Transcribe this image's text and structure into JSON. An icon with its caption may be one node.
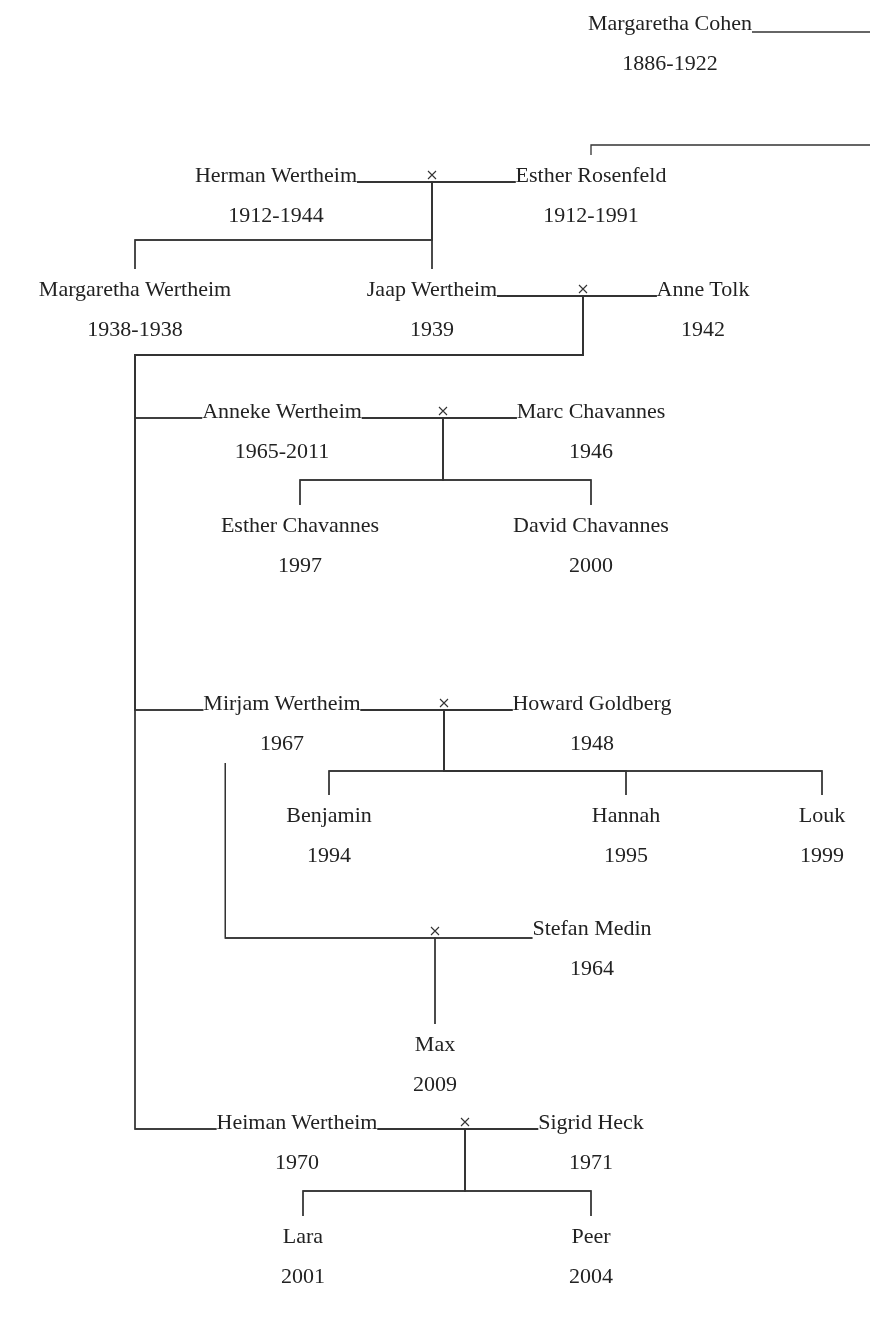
{
  "diagram": {
    "nodes": [
      {
        "text": [
          "Margaretha Cohen",
          "1886-1922"
        ]
      },
      {
        "text": [
          "Herman Wertheim",
          "1912-1944"
        ]
      },
      {
        "text": [
          "Esther Rosenfeld",
          "1912-1991"
        ]
      },
      {
        "text": [
          "Margaretha Wertheim",
          "1938-1938"
        ]
      },
      {
        "text": [
          "Jaap Wertheim",
          "1939"
        ]
      },
      {
        "text": [
          "Anne Tolk",
          "1942"
        ]
      },
      {
        "text": [
          "Anneke Wertheim",
          "1965-2011"
        ]
      },
      {
        "text": [
          "Marc Chavannes",
          "1946"
        ]
      },
      {
        "text": [
          "Esther Chavannes",
          "1997"
        ]
      },
      {
        "text": [
          "David Chavannes",
          "2000"
        ]
      },
      {
        "text": [
          "Mirjam Wertheim",
          "1967"
        ]
      },
      {
        "text": [
          "Howard Goldberg",
          "1948"
        ]
      },
      {
        "text": [
          "Benjamin",
          "1994"
        ]
      },
      {
        "text": [
          "Hannah",
          "1995"
        ]
      },
      {
        "text": [
          "Louk",
          "1999"
        ]
      },
      {
        "text": [
          "Stefan Medin",
          "1964"
        ]
      },
      {
        "text": [
          "Max",
          "2009"
        ]
      },
      {
        "text": [
          "Heiman Wertheim",
          "1970"
        ]
      },
      {
        "text": [
          "Sigrid Heck",
          "1971"
        ]
      },
      {
        "text": [
          "Lara",
          "2001"
        ]
      },
      {
        "text": [
          "Peer",
          "2004"
        ]
      }
    ],
    "edges": [
      {
        "from": 0,
        "to": null,
        "arrow": "none"
      },
      {
        "from": null,
        "to": 2,
        "arrow": "none"
      },
      {
        "from": 1,
        "to": 2,
        "arrow": "none"
      },
      {
        "from": 1,
        "to": 3,
        "arrow": "none"
      },
      {
        "from": 2,
        "to": 3,
        "arrow": "none"
      },
      {
        "from": 1,
        "to": 4,
        "arrow": "none"
      },
      {
        "from": 2,
        "to": 4,
        "arrow": "none"
      },
      {
        "from": 4,
        "to": 5,
        "arrow": "none"
      },
      {
        "from": 4,
        "to": 6,
        "arrow": "none"
      },
      {
        "from": 5,
        "to": 6,
        "arrow": "none"
      },
      {
        "from": 4,
        "to": 10,
        "arrow": "none"
      },
      {
        "from": 5,
        "to": 10,
        "arrow": "none"
      },
      {
        "from": 4,
        "to": 17,
        "arrow": "none"
      },
      {
        "from": 5,
        "to": 17,
        "arrow": "none"
      },
      {
        "from": 6,
        "to": 7,
        "arrow": "none"
      },
      {
        "from": 6,
        "to": 8,
        "arrow": "none"
      },
      {
        "from": 7,
        "to": 8,
        "arrow": "none"
      },
      {
        "from": 6,
        "to": 9,
        "arrow": "none"
      },
      {
        "from": 7,
        "to": 9,
        "arrow": "none"
      },
      {
        "from": 10,
        "to": 11,
        "arrow": "none"
      },
      {
        "from": 10,
        "to": 12,
        "arrow": "none"
      },
      {
        "from": 11,
        "to": 12,
        "arrow": "none"
      },
      {
        "from": 10,
        "to": 13,
        "arrow": "none"
      },
      {
        "from": 11,
        "to": 13,
        "arrow": "none"
      },
      {
        "from": 10,
        "to": 14,
        "arrow": "none"
      },
      {
        "from": 11,
        "to": 14,
        "arrow": "none"
      },
      {
        "from": 10,
        "to": 15,
        "arrow": "none"
      },
      {
        "from": 10,
        "to": 16,
        "arrow": "none"
      },
      {
        "from": 15,
        "to": 16,
        "arrow": "none"
      },
      {
        "from": 17,
        "to": 18,
        "arrow": "none"
      },
      {
        "from": 17,
        "to": 19,
        "arrow": "none"
      },
      {
        "from": 18,
        "to": 19,
        "arrow": "none"
      },
      {
        "from": 17,
        "to": 20,
        "arrow": "none"
      },
      {
        "from": 18,
        "to": 20,
        "arrow": "none"
      }
    ]
  }
}
